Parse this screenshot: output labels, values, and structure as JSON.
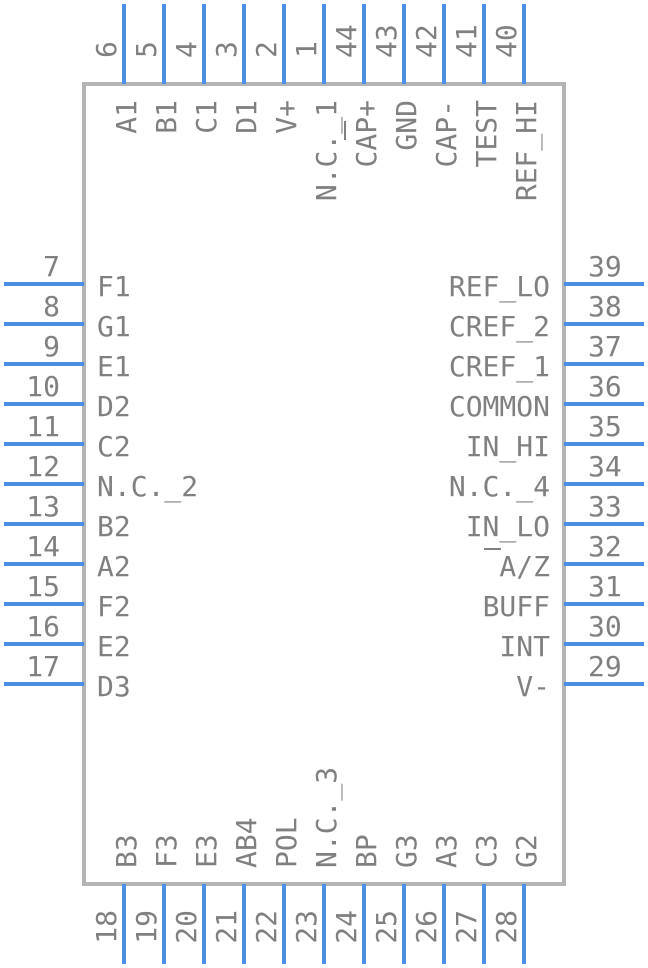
{
  "top_pins": [
    {
      "num": "6",
      "label": "A1"
    },
    {
      "num": "5",
      "label": "B1"
    },
    {
      "num": "4",
      "label": "C1"
    },
    {
      "num": "3",
      "label": "D1"
    },
    {
      "num": "2",
      "label": "V+"
    },
    {
      "num": "1",
      "label": "N.C._1"
    },
    {
      "num": "44",
      "label": "CAP+"
    },
    {
      "num": "43",
      "label": "GND"
    },
    {
      "num": "42",
      "label": "CAP-"
    },
    {
      "num": "41",
      "label": "TEST"
    },
    {
      "num": "40",
      "label": "REF_HI"
    }
  ],
  "left_pins": [
    {
      "num": "7",
      "label": "F1"
    },
    {
      "num": "8",
      "label": "G1"
    },
    {
      "num": "9",
      "label": "E1"
    },
    {
      "num": "10",
      "label": "D2"
    },
    {
      "num": "11",
      "label": "C2"
    },
    {
      "num": "12",
      "label": "N.C._2"
    },
    {
      "num": "13",
      "label": "B2"
    },
    {
      "num": "14",
      "label": "A2"
    },
    {
      "num": "15",
      "label": "F2"
    },
    {
      "num": "16",
      "label": "E2"
    },
    {
      "num": "17",
      "label": "D3"
    }
  ],
  "right_pins": [
    {
      "num": "39",
      "label": "REF_LO"
    },
    {
      "num": "38",
      "label": "CREF_2"
    },
    {
      "num": "37",
      "label": "CREF_1"
    },
    {
      "num": "36",
      "label": "COMMON"
    },
    {
      "num": "35",
      "label": "IN_HI"
    },
    {
      "num": "34",
      "label": "N.C._4"
    },
    {
      "num": "33",
      "label": "IN_LO"
    },
    {
      "num": "32",
      "label": "A/Z"
    },
    {
      "num": "31",
      "label": "BUFF"
    },
    {
      "num": "30",
      "label": "INT"
    },
    {
      "num": "29",
      "label": "V-"
    }
  ],
  "bottom_pins": [
    {
      "num": "18",
      "label": "B3"
    },
    {
      "num": "19",
      "label": "F3"
    },
    {
      "num": "20",
      "label": "E3"
    },
    {
      "num": "21",
      "label": "AB4"
    },
    {
      "num": "22",
      "label": "POL"
    },
    {
      "num": "23",
      "label": "N.C._3"
    },
    {
      "num": "24",
      "label": "BP"
    },
    {
      "num": "25",
      "label": "G3"
    },
    {
      "num": "26",
      "label": "A3"
    },
    {
      "num": "27",
      "label": "C3"
    },
    {
      "num": "28",
      "label": "G2"
    }
  ],
  "colors": {
    "pin": "#4a90e2",
    "body": "#b4b4b4",
    "text": "#808080"
  }
}
